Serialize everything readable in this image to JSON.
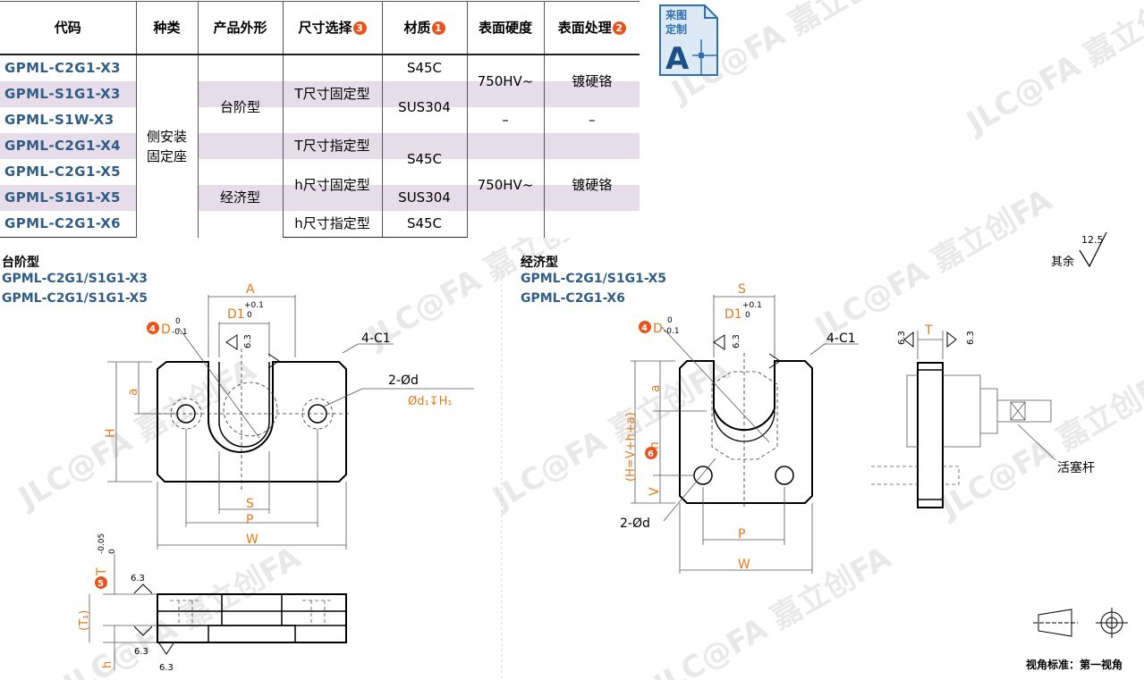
{
  "table": {
    "headers": [
      {
        "label": "代码",
        "badge": ""
      },
      {
        "label": "种类",
        "badge": ""
      },
      {
        "label": "产品外形",
        "badge": ""
      },
      {
        "label": "尺寸选择",
        "badge": "3"
      },
      {
        "label": "材质",
        "badge": "1"
      },
      {
        "label": "表面硬度",
        "badge": ""
      },
      {
        "label": "表面处理",
        "badge": "2"
      }
    ],
    "codes": [
      "GPML-C2G1-X3",
      "GPML-S1G1-X3",
      "GPML-S1W-X3",
      "GPML-C2G1-X4",
      "GPML-C2G1-X5",
      "GPML-S1G1-X5",
      "GPML-C2G1-X6"
    ],
    "type": "侧安装\n固定座",
    "shape_step": "台阶型",
    "shape_eco": "经济型",
    "size_t_fixed": "T尺寸固定型",
    "size_t_spec": "T尺寸指定型",
    "size_h_fixed": "h尺寸固定型",
    "size_h_spec": "h尺寸指定型",
    "mat_s45c": "S45C",
    "mat_sus304": "SUS304",
    "hardness": "750HV~",
    "treatment": "镀硬铬",
    "dash": "–"
  },
  "badge": {
    "line1": "来图",
    "line2": "定制",
    "letter": "A"
  },
  "left_section": {
    "title": "台阶型",
    "code1": "GPML-C2G1/S1G1-X3",
    "code2": "GPML-C2G1/S1G1-X5"
  },
  "right_section": {
    "title": "经济型",
    "code1": "GPML-C2G1/S1G1-X5",
    "code2": "GPML-C2G1-X6"
  },
  "roughness": {
    "label": "其余",
    "value": "12.5"
  },
  "projection": "视角标准：第一视角",
  "piston_label": "活塞杆",
  "dims": {
    "A": "A",
    "S": "S",
    "P": "P",
    "W": "W",
    "H": "H",
    "a": "a",
    "T": "T",
    "T1": "(T₁)",
    "h": "h",
    "D1": "D1",
    "D1tol_up": "+0.1",
    "D1tol_low": "0",
    "D": "D",
    "Dtol_up": "0",
    "Dtol_low": "-0.1",
    "Ttol_up": "0",
    "Ttol_low": "-0.05",
    "c1": "4-C1",
    "hole": "2-Ød",
    "cbore": "Ød₁↧H₁",
    "rough63": "6.3",
    "H_eq": "(H=V+h+a)",
    "V": "V",
    "bullet4": "4",
    "bullet5": "5",
    "bullet6": "6"
  },
  "colors": {
    "accent": "#e8531c",
    "code_blue": "#2f5d86",
    "row_shade": "#e6dcea",
    "dim_orange": "#e07a1a"
  }
}
